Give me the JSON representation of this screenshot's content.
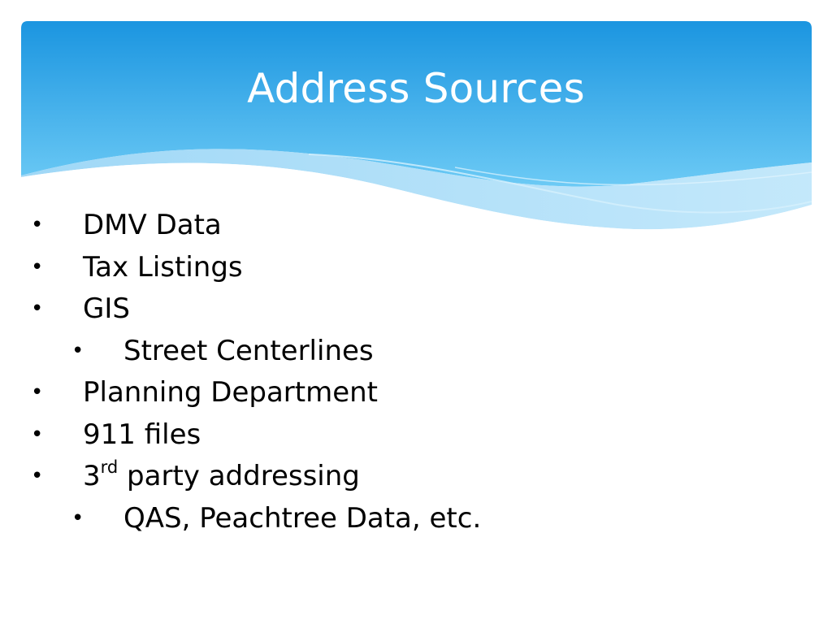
{
  "slide": {
    "title": "Address Sources",
    "bullets": [
      {
        "text": "DMV Data",
        "level": 1
      },
      {
        "text": "Tax Listings",
        "level": 1
      },
      {
        "text": "GIS",
        "level": 1
      },
      {
        "text": "Street Centerlines",
        "level": 2
      },
      {
        "text": "Planning Department",
        "level": 1
      },
      {
        "text": "911 files",
        "level": 1
      },
      {
        "prefix": "3",
        "superscript": "rd",
        "suffix": " party addressing",
        "level": 1
      },
      {
        "text": "QAS, Peachtree Data, etc.",
        "level": 2
      }
    ],
    "bullet_symbol": "•"
  },
  "colors": {
    "header_top": "#1b95e0",
    "header_bottom": "#5cc0f2",
    "wave_light": "#9fd8f7",
    "text": "#000000",
    "title_text": "#ffffff"
  }
}
